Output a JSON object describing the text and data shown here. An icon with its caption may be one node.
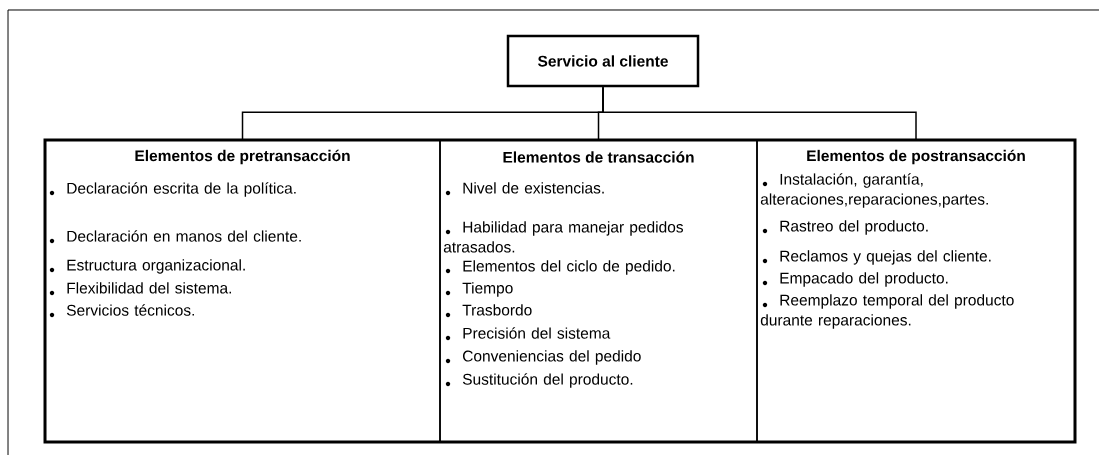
{
  "diagram": {
    "nodes": [
      {
        "text": [
          "Servicio al cliente"
        ]
      },
      {
        "text": [
          "Elementos de pretransacción",
          "Declaración escrita de la política.",
          "Declaración en manos del cliente.",
          "Estructura organizacional.",
          "Flexibilidad del sistema.",
          "Servicios técnicos."
        ]
      },
      {
        "text": [
          "Elementos de transacción",
          "Nivel de existencias.",
          "Habilidad para manejar pedidos atrasados.",
          "Elementos del ciclo de pedido.",
          "Tiempo",
          "Trasbordo",
          "Precisión del sistema",
          "Conveniencias del pedido",
          "Sustitución del producto."
        ]
      },
      {
        "text": [
          "Elementos de postransacción",
          "Instalación, garantía, alteraciones,reparaciones,partes.",
          "Rastreo del producto.",
          "Reclamos y quejas del cliente.",
          "Empacado del producto.",
          "Reemplazo temporal del producto durante reparaciones."
        ]
      }
    ],
    "edges": [
      {
        "from": 0,
        "to": 1,
        "arrow": "none"
      },
      {
        "from": 0,
        "to": 2,
        "arrow": "none"
      },
      {
        "from": 0,
        "to": 3,
        "arrow": "none"
      }
    ]
  }
}
